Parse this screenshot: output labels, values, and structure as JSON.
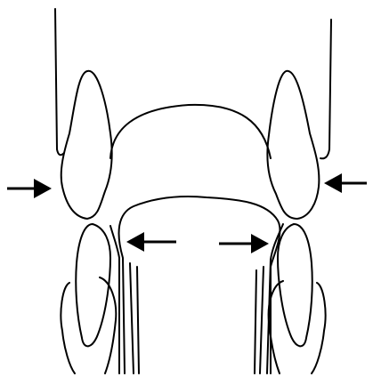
{
  "diagram": {
    "type": "line-drawing",
    "stroke_color": "#000000",
    "background_color": "#ffffff",
    "arrows": [
      {
        "name": "left-inward-arrow",
        "direction": "right"
      },
      {
        "name": "right-inward-arrow",
        "direction": "left"
      },
      {
        "name": "inner-left-arrow",
        "direction": "left"
      },
      {
        "name": "inner-right-arrow",
        "direction": "right"
      }
    ]
  }
}
